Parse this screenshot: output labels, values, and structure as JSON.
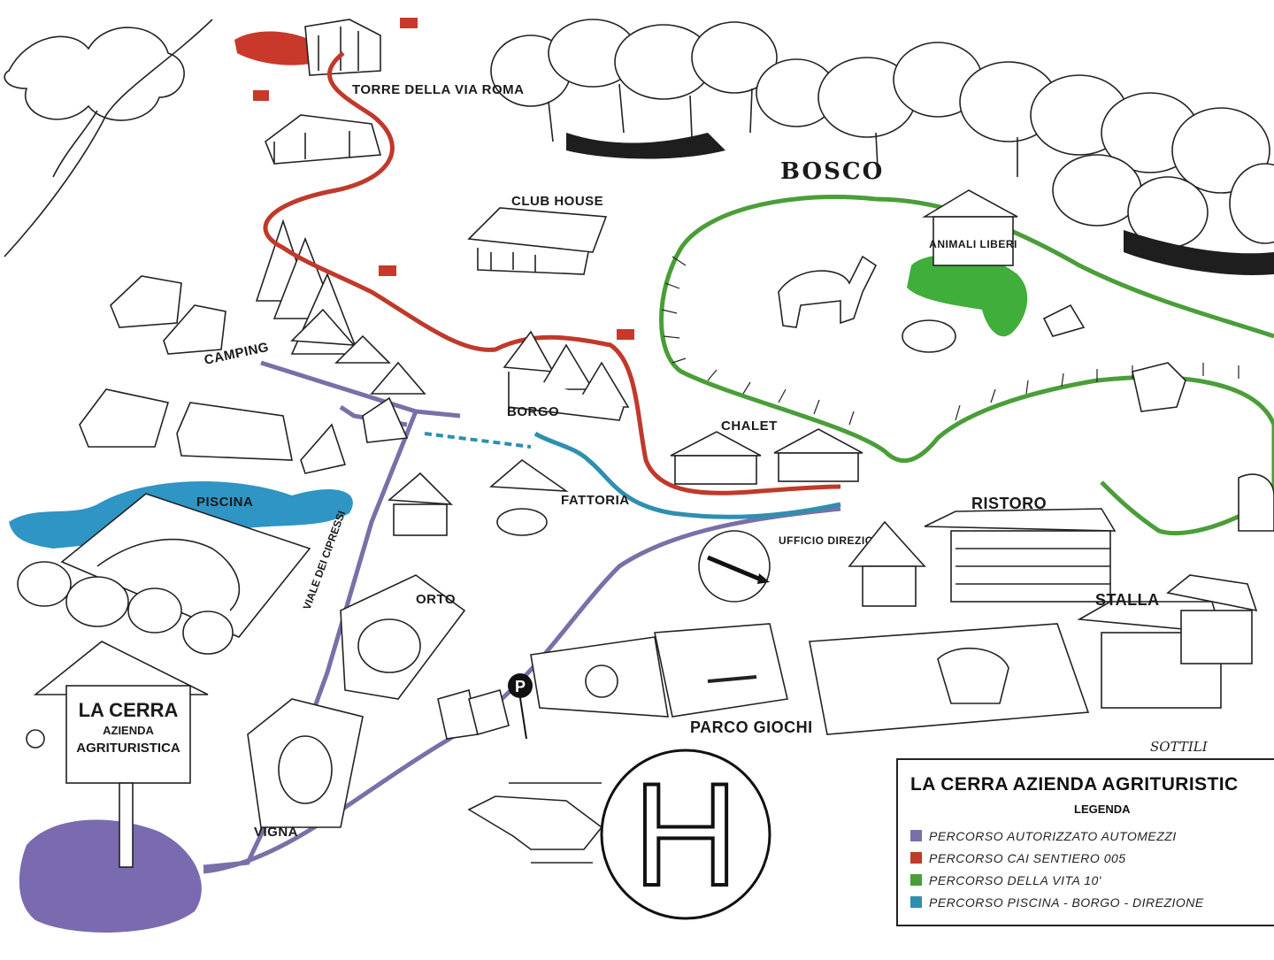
{
  "title": "LA CERRA AZIENDA AGRITURISTIC",
  "legend": {
    "subtitle": "LEGENDA",
    "items": [
      {
        "label": "PERCORSO AUTORIZZATO AUTOMEZZI",
        "color": "#7b6fa8"
      },
      {
        "label": "PERCORSO CAI SENTIERO 005",
        "color": "#c0392b"
      },
      {
        "label": "PERCORSO DELLA VITA 10'",
        "color": "#4a9e38"
      },
      {
        "label": "PERCORSO PISCINA - BORGO - DIREZIONE",
        "color": "#2e8fb0"
      }
    ]
  },
  "sign": {
    "line1": "LA CERRA",
    "line2": "AZIENDA",
    "line3": "AGRITURISTICA"
  },
  "places": {
    "bosco": "BOSCO",
    "animali": "ANIMALI LIBERI",
    "club_house": "CLUB HOUSE",
    "camping": "CAMPING",
    "borgo": "BORGO",
    "chalet": "CHALET",
    "piscina": "PISCINA",
    "ristoro": "RISTORO",
    "direzione": "UFFICIO DIREZIONE",
    "stalla": "STALLA",
    "parco_giochi": "PARCO GIOCHI",
    "orto": "ORTO",
    "vigna": "VIGNA",
    "viale": "VIALE DEI CIPRESSI",
    "fattoria": "FATTORIA",
    "torre": "TORRE DELLA VIA ROMA",
    "parking": "P",
    "heliport": "H",
    "signature": "SOTTILI"
  },
  "colors": {
    "route_vehicles": "#7b6fa8",
    "route_cai": "#c0392b",
    "route_vita": "#4a9e38",
    "route_pool": "#2e8fb0",
    "pool_water": "#2f95c4",
    "purple_ground": "#7a6bb0",
    "green_ground": "#3fae3a",
    "red_ruin": "#c8392b"
  }
}
